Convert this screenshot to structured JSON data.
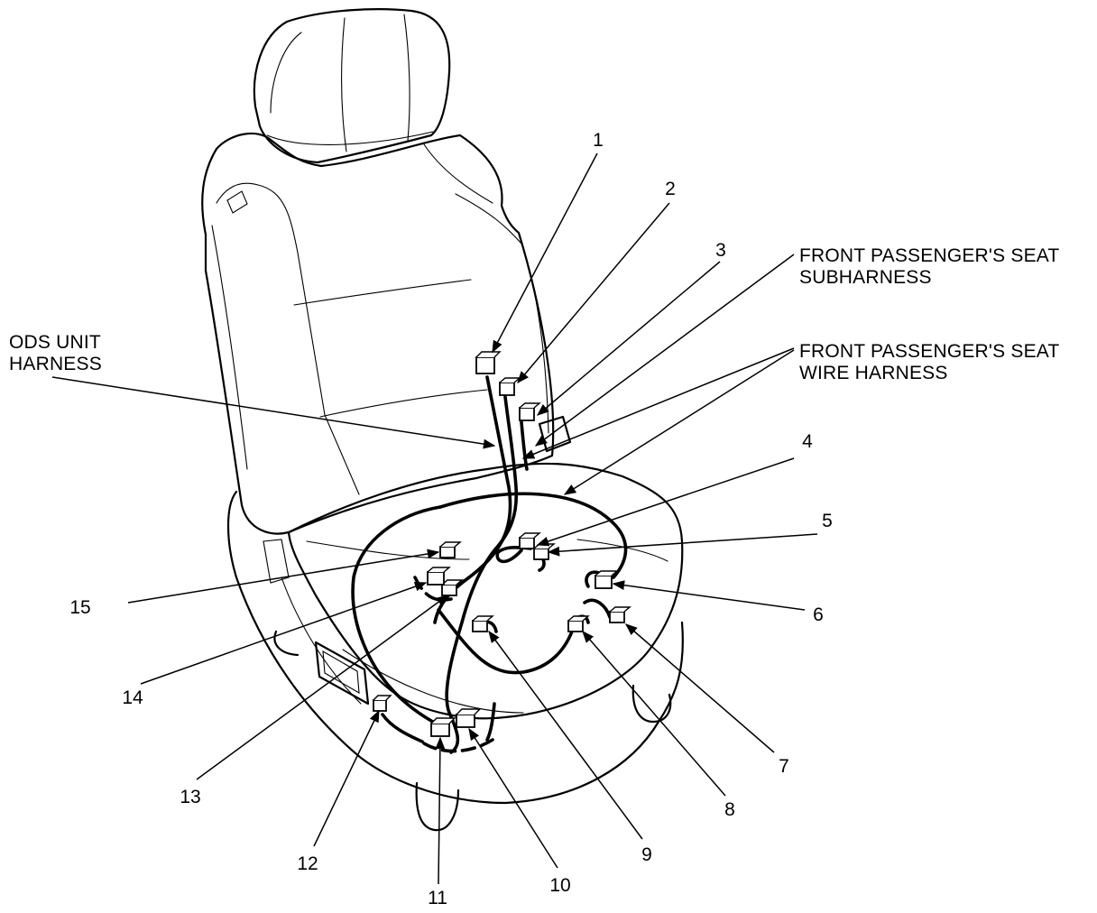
{
  "labels": {
    "subharness": "FRONT PASSENGER'S SEAT\nSUBHARNESS",
    "subharness_l1": "FRONT PASSENGER'S SEAT",
    "subharness_l2": "SUBHARNESS",
    "wire_l1": "FRONT PASSENGER'S SEAT",
    "wire_l2": "WIRE HARNESS",
    "ods_l1": "ODS UNIT",
    "ods_l2": "HARNESS"
  },
  "callouts": [
    "1",
    "2",
    "3",
    "4",
    "5",
    "6",
    "7",
    "8",
    "9",
    "10",
    "11",
    "12",
    "13",
    "14",
    "15"
  ]
}
